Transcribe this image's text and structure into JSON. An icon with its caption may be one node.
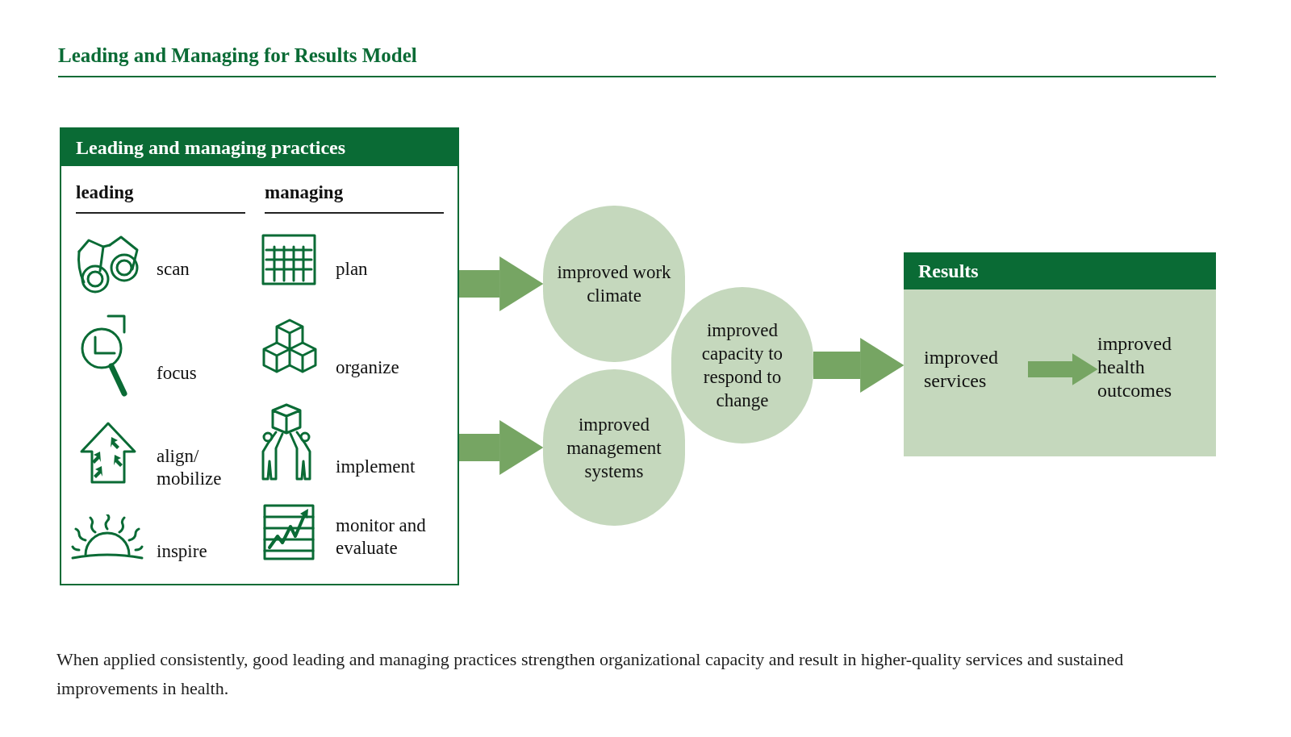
{
  "diagram": {
    "title": "Leading and Managing for Results Model",
    "nodes": [
      {
        "text": [
          "Leading and managing practices"
        ]
      },
      {
        "text": [
          "improved work climate"
        ]
      },
      {
        "text": [
          "improved management systems"
        ]
      },
      {
        "text": [
          "improved capacity to respond to change"
        ]
      },
      {
        "text": [
          "Results"
        ]
      },
      {
        "text": [
          "improved services"
        ],
        "in": 4
      },
      {
        "text": [
          "improved health outcomes"
        ],
        "in": 4
      }
    ],
    "edges": [
      {
        "from": 0,
        "to": 1,
        "arrow": "to"
      },
      {
        "from": 0,
        "to": 2,
        "arrow": "to"
      },
      {
        "from": 3,
        "to": 4,
        "arrow": "to"
      },
      {
        "from": 5,
        "to": 6,
        "arrow": "to"
      }
    ],
    "labels": [
      "leading",
      "managing",
      "scan",
      "plan",
      "focus",
      "organize",
      "align/ mobilize",
      "implement",
      "inspire",
      "monitor and evaluate"
    ],
    "caption": "When applied consistently, good leading and managing practices strengthen organizational capacity and result in higher-quality services and sustained improvements in health."
  }
}
